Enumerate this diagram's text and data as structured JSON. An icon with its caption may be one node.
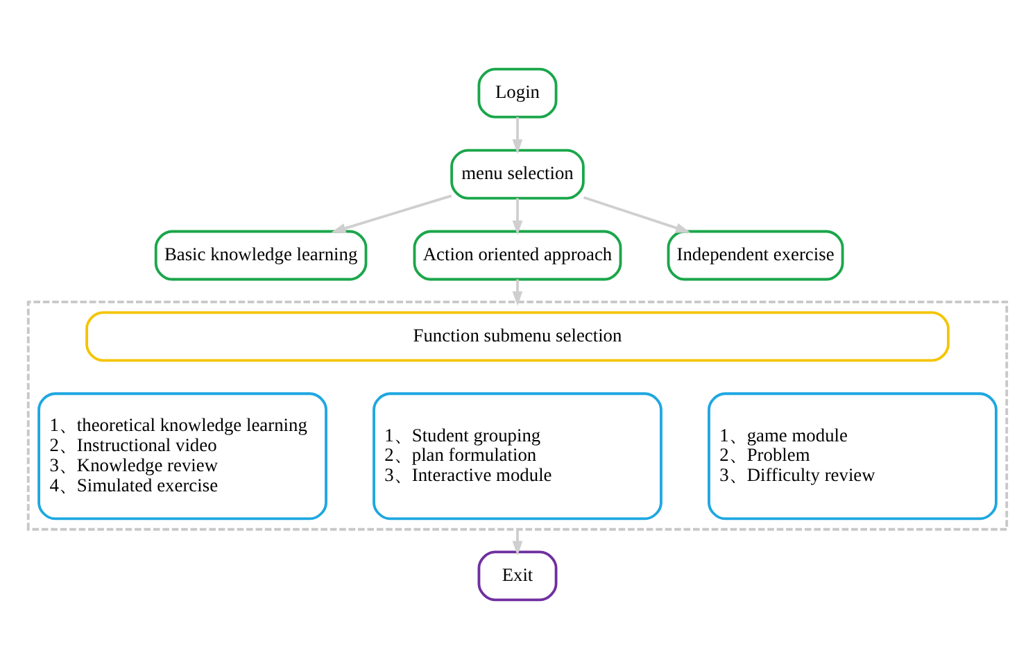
{
  "diagram": {
    "nodes": [
      {
        "text": [
          "Login"
        ]
      },
      {
        "text": [
          "menu selection"
        ]
      },
      {
        "text": [
          "Basic knowledge learning"
        ]
      },
      {
        "text": [
          "Action oriented approach"
        ]
      },
      {
        "text": [
          "Independent exercise"
        ]
      },
      {
        "text": [],
        "shape": "box"
      },
      {
        "text": [
          "Function submenu selection"
        ],
        "in": 5
      },
      {
        "text": [
          "1、theoretical knowledge learning",
          "2、Instructional video",
          "3、Knowledge review",
          "4、Simulated exercise"
        ],
        "in": 5
      },
      {
        "text": [
          "1、Student grouping",
          "2、plan formulation",
          "3、Interactive module"
        ],
        "in": 5
      },
      {
        "text": [
          "1、game module",
          "2、Problem",
          "3、Difficulty review"
        ],
        "in": 5
      },
      {
        "text": [
          "Exit"
        ]
      }
    ],
    "edges": [
      {
        "from": 0,
        "to": 1,
        "arrow": "to"
      },
      {
        "from": 1,
        "to": 2,
        "arrow": "to"
      },
      {
        "from": 1,
        "to": 3,
        "arrow": "to"
      },
      {
        "from": 1,
        "to": 4,
        "arrow": "to"
      },
      {
        "from": 3,
        "to": 5,
        "arrow": "to"
      },
      {
        "from": 5,
        "to": 10,
        "arrow": "to"
      }
    ]
  }
}
